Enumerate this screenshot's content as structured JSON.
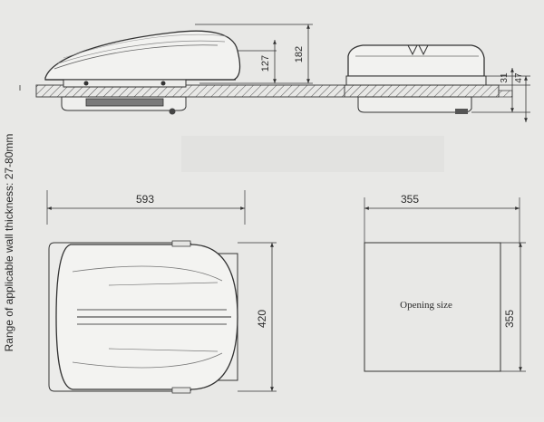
{
  "dimensions": {
    "unit_height_total": "182",
    "unit_height_above_roof": "127",
    "side_height_upper": "31",
    "side_height_lower": "47",
    "top_view_length": "593",
    "top_view_width": "420",
    "opening_width": "355",
    "opening_height": "355"
  },
  "labels": {
    "wall_thickness": "Range of applicable wall thickness: 27-80mm",
    "opening_size": "Opening size"
  }
}
